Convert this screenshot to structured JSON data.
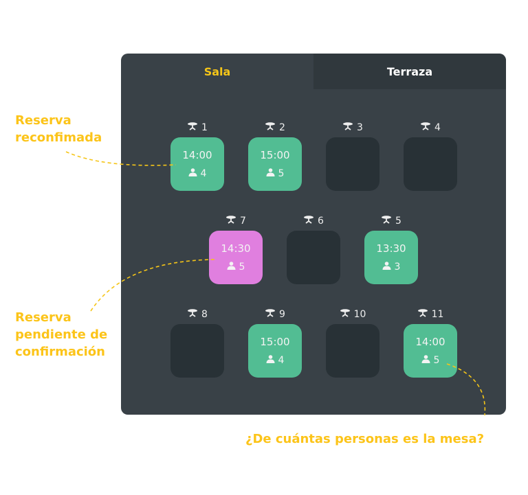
{
  "tabs": [
    {
      "label": "Sala",
      "active": true
    },
    {
      "label": "Terraza",
      "active": false
    }
  ],
  "tables": [
    {
      "number": "1",
      "status": "confirmed",
      "time": "14:00",
      "guests": "4"
    },
    {
      "number": "2",
      "status": "confirmed",
      "time": "15:00",
      "guests": "5"
    },
    {
      "number": "3",
      "status": "empty"
    },
    {
      "number": "4",
      "status": "empty"
    },
    {
      "number": "7",
      "status": "pending",
      "time": "14:30",
      "guests": "5"
    },
    {
      "number": "6",
      "status": "empty"
    },
    {
      "number": "5",
      "status": "confirmed",
      "time": "13:30",
      "guests": "3"
    },
    {
      "number": "8",
      "status": "empty"
    },
    {
      "number": "9",
      "status": "confirmed",
      "time": "15:00",
      "guests": "4"
    },
    {
      "number": "10",
      "status": "empty"
    },
    {
      "number": "11",
      "status": "confirmed",
      "time": "14:00",
      "guests": "5"
    }
  ],
  "annotations": {
    "confirmed": [
      "Reserva",
      "reconfimada"
    ],
    "pending": [
      "Reserva",
      "pendiente de",
      "confirmación"
    ],
    "guests": "¿De cuántas personas es la mesa?"
  },
  "colors": {
    "accent": "#f5c518",
    "confirmed": "#52bd93",
    "pending": "#e07fdf",
    "empty": "#283136",
    "panel": "#394147"
  }
}
